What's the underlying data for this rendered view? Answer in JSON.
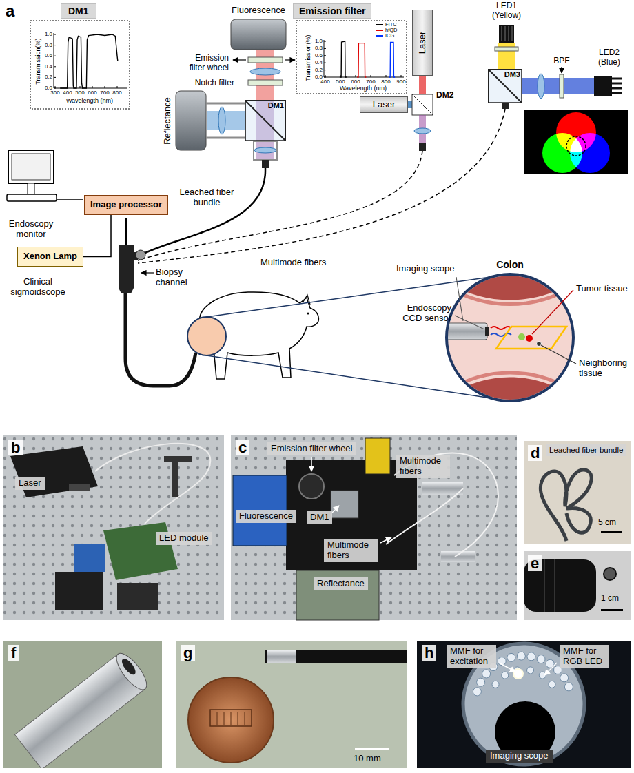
{
  "diagram": {
    "nodes": [
      {
        "text": [
          "DM1"
        ]
      },
      {
        "text": [
          "Emission filter"
        ]
      },
      {
        "text": [
          "Laser"
        ]
      },
      {
        "text": [
          "DM1"
        ]
      },
      {
        "text": [
          "Laser"
        ]
      },
      {
        "text": [
          "DM3"
        ]
      },
      {
        "text": [
          "Image processor"
        ]
      },
      {
        "text": [
          "Xenon Lamp"
        ]
      },
      {
        "text": [
          "Laser"
        ]
      },
      {
        "text": [
          "LED module"
        ]
      },
      {
        "text": [
          "Emission filter wheel"
        ]
      },
      {
        "text": [
          "Multimode fibers"
        ]
      },
      {
        "text": [
          "DM1"
        ]
      },
      {
        "text": [
          "Fluorescence"
        ]
      },
      {
        "text": [
          "Multimode fibers"
        ]
      },
      {
        "text": [
          "Reflectance"
        ]
      },
      {
        "text": [
          "Leached fiber bundle"
        ]
      },
      {
        "text": [
          "MMF for excitation"
        ]
      },
      {
        "text": [
          "MMF for RGB LED"
        ]
      },
      {
        "text": [
          "Imaging scope"
        ]
      }
    ],
    "edges": [
      {
        "from": 7,
        "to": 6,
        "arrow": "none"
      }
    ],
    "labels": [
      "a",
      "Transmission(%)",
      "Wavelength (nm)",
      "0.0",
      "0.2",
      "0.4",
      "0.6",
      "0.8",
      "1.0",
      "300",
      "400",
      "500",
      "600",
      "700",
      "800",
      "Fluorescence",
      "Emission filter wheel",
      "Notch filter",
      "Reflectance",
      "Transmission(%)",
      "Wavelength (nm)",
      "0.0",
      "0.2",
      "0.4",
      "0.6",
      "0.8",
      "1.0",
      "400",
      "500",
      "600",
      "700",
      "800",
      "900",
      "DM2",
      "LED1 (Yellow)",
      "BPF",
      "LED2 (Blue)",
      "Endoscopy monitor",
      "Leached fiber bundle",
      "Biopsy channel",
      "Multimode fibers",
      "Clinical sigmoidscope",
      "Colon",
      "Imaging scope",
      "Tumor tissue",
      "Endoscopy CCD sensor",
      "Neighboring tissue",
      "b",
      "c",
      "d",
      "5 cm",
      "e",
      "1 cm",
      "f",
      "g",
      "10 mm",
      "h"
    ],
    "legend": [
      {
        "text": "FITC"
      },
      {
        "text": "hfQD"
      },
      {
        "text": "ICG"
      }
    ]
  }
}
